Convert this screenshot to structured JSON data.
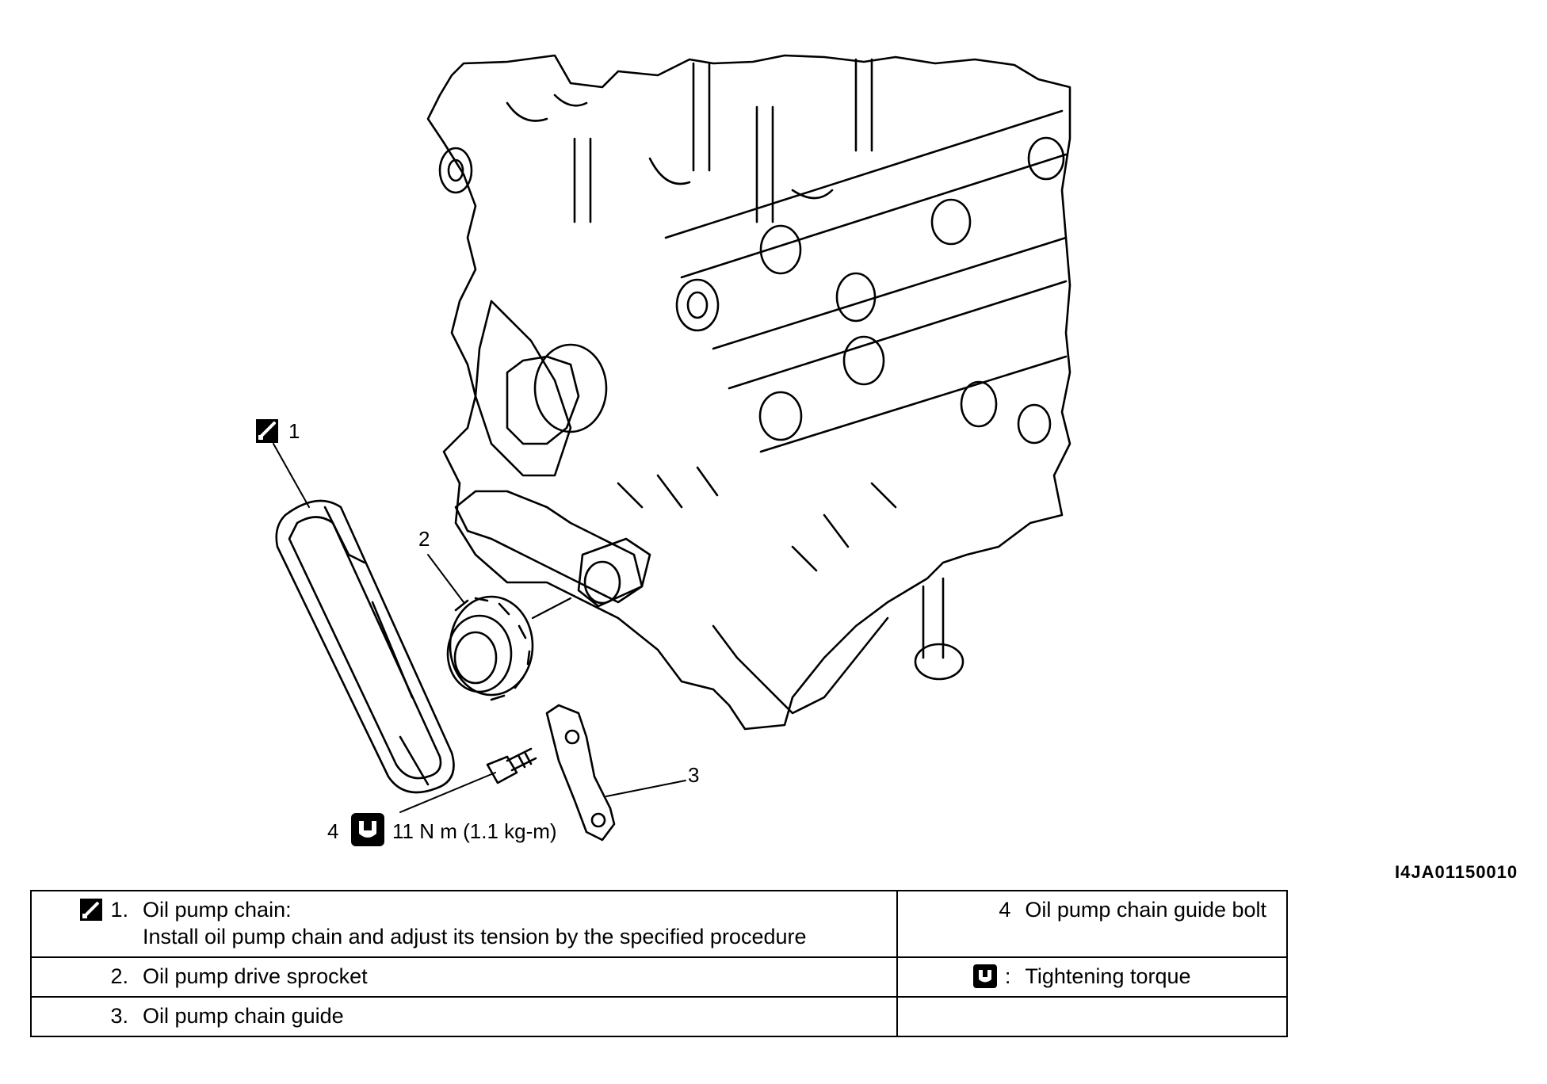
{
  "figure_id": "I4JA01150010",
  "callouts": {
    "c1": "1",
    "c2": "2",
    "c3": "3",
    "c4": "4",
    "torque": "11 N m (1.1 kg-m)"
  },
  "icons": {
    "lubricate": "lubricate-icon",
    "torque": "torque-wrench-icon"
  },
  "legend": {
    "item1": {
      "num": "1.",
      "title": "Oil pump chain:",
      "note": "Install oil pump chain and adjust its tension by the specified procedure"
    },
    "item2": {
      "num": "2.",
      "label": "Oil pump drive sprocket"
    },
    "item3": {
      "num": "3.",
      "label": "Oil pump chain guide"
    },
    "item4": {
      "num": "4",
      "label": "Oil pump chain guide bolt"
    },
    "torque_key": {
      "sep": ":",
      "label": "Tightening torque"
    }
  }
}
